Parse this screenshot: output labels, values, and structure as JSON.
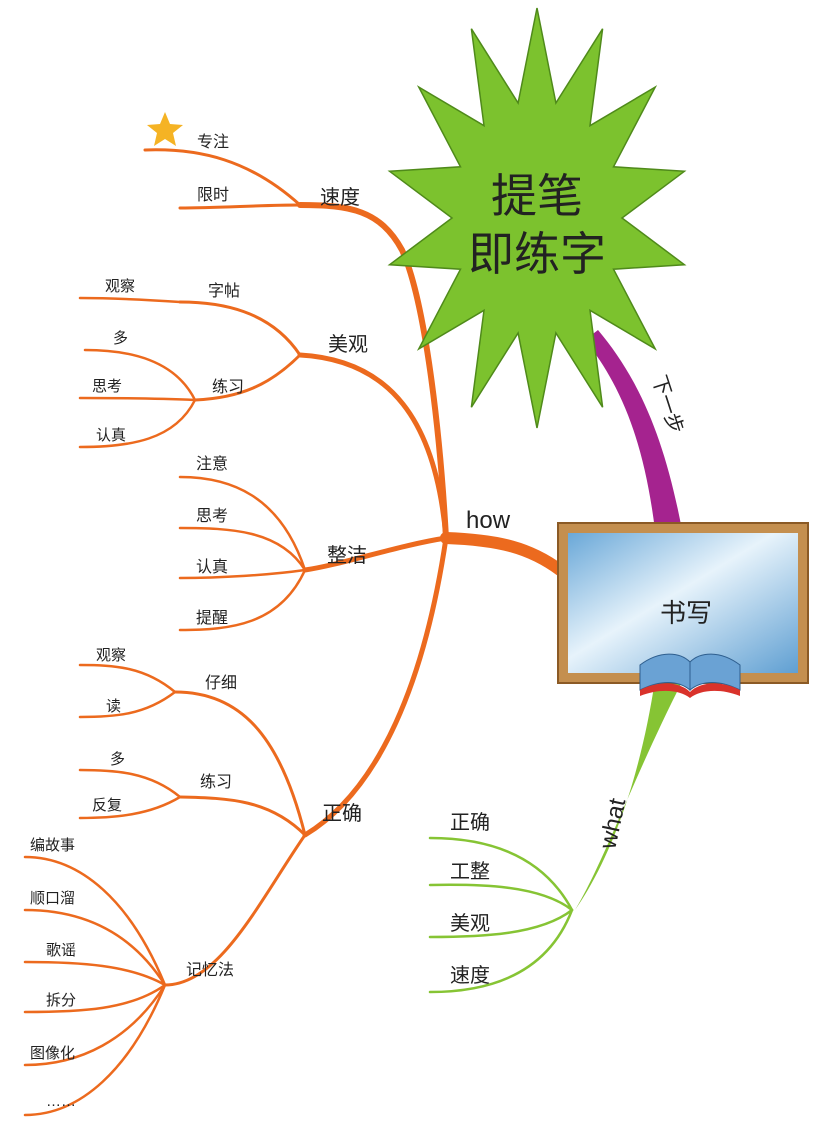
{
  "central_title_line1": "提笔",
  "central_title_line2": "即练字",
  "board_label": "书写",
  "links": {
    "how": "how",
    "what": "what",
    "next": "下一步"
  },
  "how": {
    "speed": {
      "label": "速度",
      "leaves": [
        "专注",
        "限时"
      ]
    },
    "beauty": {
      "label": "美观",
      "sub1": {
        "label": "字帖",
        "leaves": [
          "观察"
        ]
      },
      "sub2": {
        "label": "练习",
        "leaves": [
          "多",
          "思考",
          "认真"
        ]
      }
    },
    "neat": {
      "label": "整洁",
      "leaves": [
        "注意",
        "思考",
        "认真",
        "提醒"
      ]
    },
    "correct": {
      "label": "正确",
      "careful": {
        "label": "仔细",
        "leaves": [
          "观察",
          "读"
        ]
      },
      "practice": {
        "label": "练习",
        "leaves": [
          "多",
          "反复"
        ]
      },
      "memory": {
        "label": "记忆法",
        "leaves": [
          "编故事",
          "顺口溜",
          "歌谣",
          "拆分",
          "图像化",
          "……"
        ]
      }
    }
  },
  "what": {
    "items": [
      "正确",
      "工整",
      "美观",
      "速度"
    ]
  },
  "colors": {
    "how_branch": "#ec6a1e",
    "what_branch": "#86c434",
    "next_branch": "#a5238f",
    "starburst": "#7cc22e",
    "board_frame": "#c48f4f",
    "board_screen": "#bfe0f2",
    "star_icon": "#f5b324"
  },
  "icons": {
    "star": "star-icon",
    "book": "book-icon"
  }
}
